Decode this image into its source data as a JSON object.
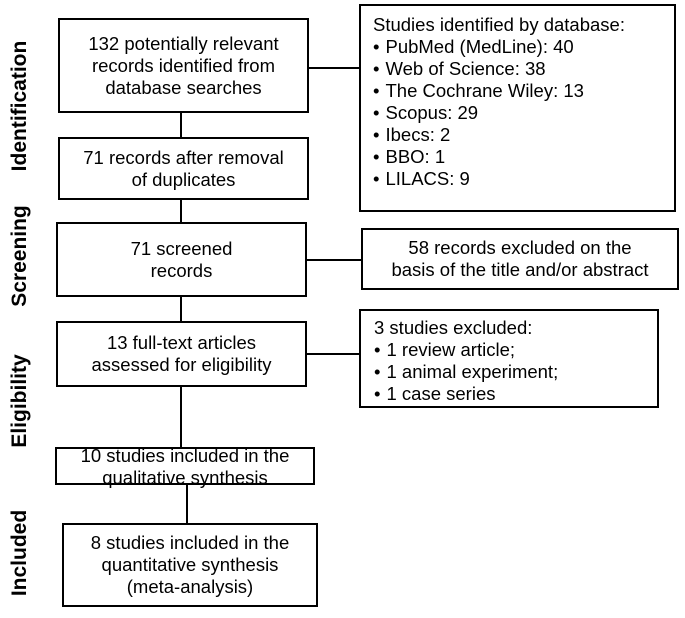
{
  "stages": {
    "identification": "Identification",
    "screening": "Screening",
    "eligibility": "Eligibility",
    "included": "Included"
  },
  "boxes": {
    "identified": [
      "132 potentially relevant",
      "records identified from",
      "database searches"
    ],
    "after_duplicates": [
      "71 records after removal",
      "of duplicates"
    ],
    "screened": [
      "71 screened",
      "records"
    ],
    "full_text": [
      "13 full-text articles",
      "assessed for eligibility"
    ],
    "qualitative": [
      "10 studies included in the",
      "qualitative synthesis"
    ],
    "quantitative": [
      "8 studies included in the",
      "quantitative synthesis",
      "(meta-analysis)"
    ]
  },
  "side_boxes": {
    "databases": {
      "heading": "Studies identified by database:",
      "items": [
        "PubMed (MedLine): 40",
        "Web of Science: 38",
        "The Cochrane Wiley: 13",
        "Scopus: 29",
        "Ibecs: 2",
        "BBO: 1",
        "LILACS: 9"
      ]
    },
    "title_abstract_excluded": [
      "58 records excluded on the",
      "basis of the title and/or abstract"
    ],
    "studies_excluded": {
      "heading": "3 studies excluded:",
      "items": [
        "1 review article;",
        "1 animal experiment;",
        "1 case series"
      ]
    }
  },
  "bullet_glyph": "•"
}
